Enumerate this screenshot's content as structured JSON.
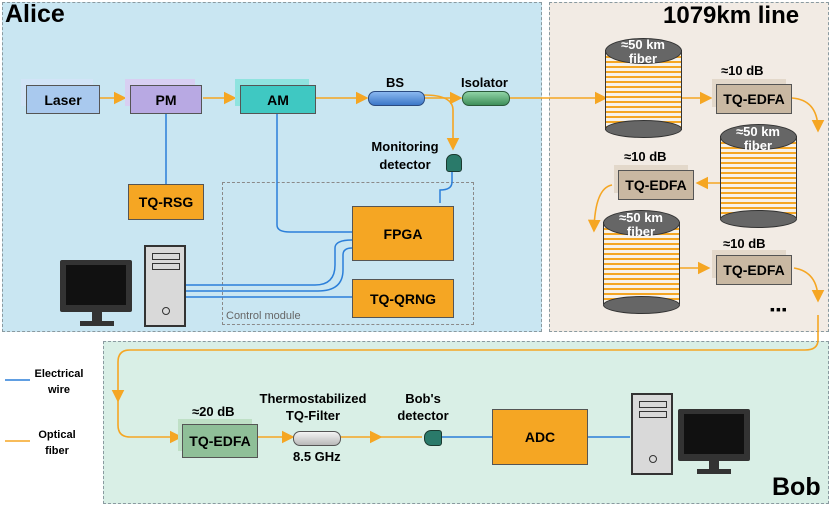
{
  "regions": {
    "alice": "Alice",
    "line": "1079km line",
    "bob": "Bob",
    "control_module": "Control module"
  },
  "alice": {
    "laser": "Laser",
    "pm": "PM",
    "am": "AM",
    "bs": "BS",
    "isolator": "Isolator",
    "monitoring_detector": "Monitoring detector",
    "tq_rsg": "TQ-RSG",
    "fpga": "FPGA",
    "tq_qrng": "TQ-QRNG"
  },
  "line": {
    "fiber_label": "≈50 km fiber",
    "edfa_label": "TQ-EDFA",
    "gain_label": "≈10 dB",
    "ellipsis": "▪▪▪"
  },
  "bob": {
    "gain_label": "≈20 dB",
    "edfa_label": "TQ-EDFA",
    "filter_label": "Thermostabilized TQ-Filter",
    "filter_bw": "8.5 GHz",
    "detector_label": "Bob's detector",
    "adc": "ADC"
  },
  "legend": {
    "electrical": "Electrical wire",
    "optical": "Optical fiber"
  },
  "colors": {
    "optical": "#f5a623",
    "electrical": "#2b7fd9",
    "alice_bg": "#c9e6f2",
    "line_bg": "#f2ebe4",
    "bob_bg": "#d9efe6"
  }
}
